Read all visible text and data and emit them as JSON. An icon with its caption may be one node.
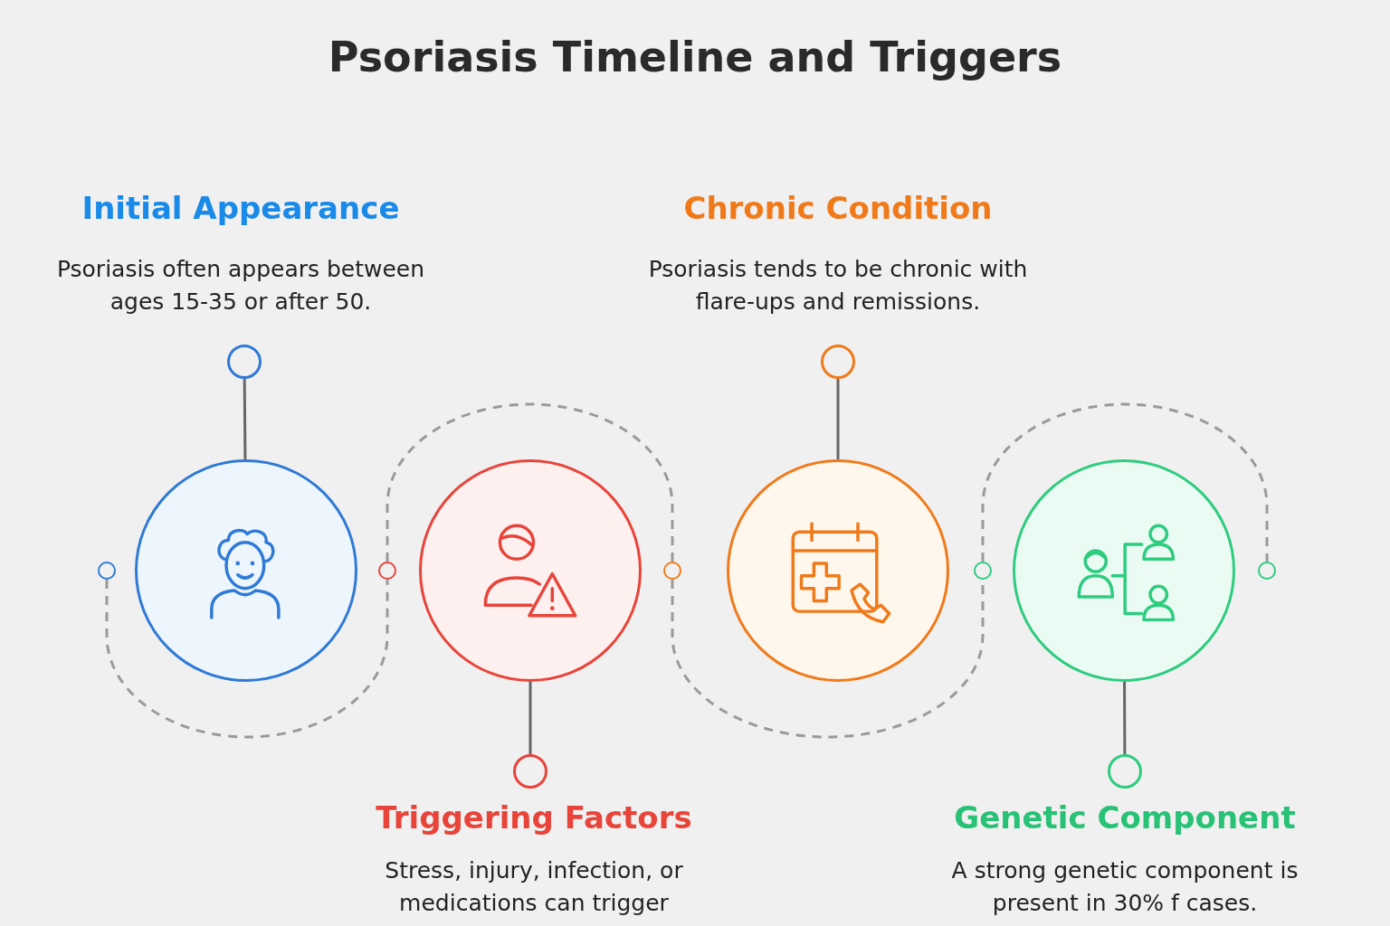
{
  "diagram": {
    "title": "Psoriasis Timeline and Triggers",
    "nodes": [
      {
        "text": [],
        "shape": "circle",
        "beside": [
          "Initial Appearance",
          "Psoriasis often appears between ages 15-35 or after 50."
        ]
      },
      {
        "text": [],
        "shape": "circle",
        "beside": [
          "Chronic Condition",
          "Psoriasis tends to be chronic with flare-ups and remissions."
        ]
      },
      {
        "text": [],
        "shape": "circle"
      },
      {
        "text": [],
        "shape": "circle"
      },
      {
        "text": [],
        "shape": "circle"
      },
      {
        "text": [],
        "shape": "circle"
      },
      {
        "text": [],
        "shape": "circle"
      },
      {
        "text": [],
        "shape": "circle"
      },
      {
        "text": [],
        "shape": "circle"
      },
      {
        "text": [],
        "shape": "circle"
      },
      {
        "text": [],
        "shape": "circle"
      },
      {
        "text": [],
        "shape": "circle",
        "beside": [
          "Triggering Factors",
          "Stress, injury, infection, or medications can trigger"
        ]
      },
      {
        "text": [],
        "shape": "circle",
        "beside": [
          "Genetic Component",
          "A strong genetic component is present in 30% f cases."
        ]
      }
    ],
    "edges": [
      {
        "from": 0,
        "to": 3,
        "arrow": "none"
      },
      {
        "from": 1,
        "to": 7,
        "arrow": "none"
      },
      {
        "from": 5,
        "to": 11,
        "arrow": "none"
      },
      {
        "from": 9,
        "to": 12,
        "arrow": "none"
      },
      {
        "from": 2,
        "to": 4,
        "arrow": "none",
        "style": "dashed"
      },
      {
        "from": 4,
        "to": 6,
        "arrow": "none",
        "style": "dashed"
      },
      {
        "from": 6,
        "to": 8,
        "arrow": "none",
        "style": "dashed"
      },
      {
        "from": 8,
        "to": 10,
        "arrow": "none",
        "style": "dashed"
      }
    ]
  }
}
